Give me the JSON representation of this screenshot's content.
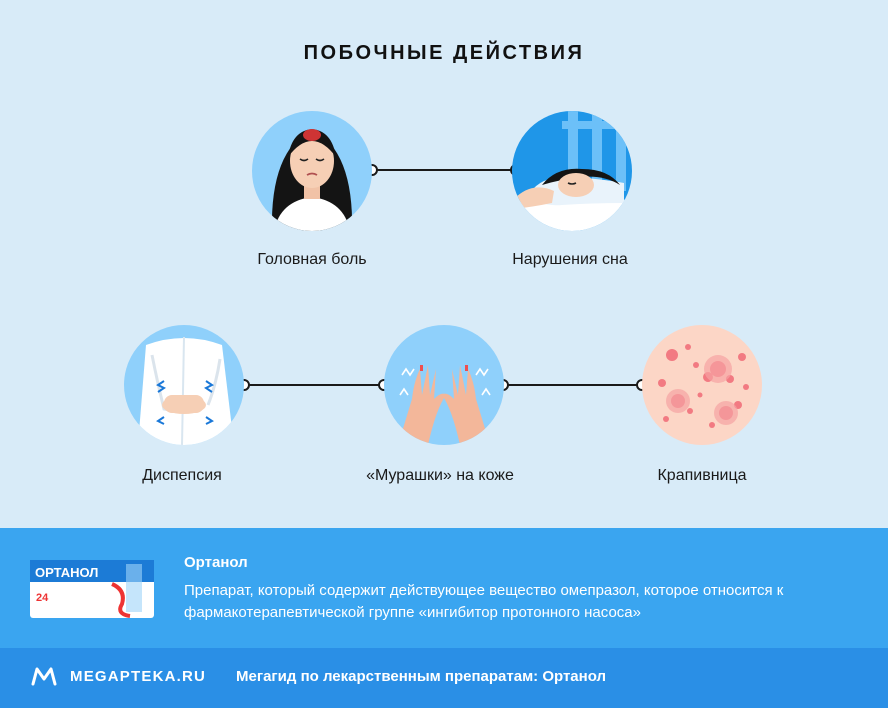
{
  "title": "ПОБОЧНЫЕ ДЕЙСТВИЯ",
  "effects": [
    {
      "label": "Головная боль",
      "icon": "headache-woman-icon"
    },
    {
      "label": "Нарушения сна",
      "icon": "sleep-disorder-icon"
    },
    {
      "label": "Диспепсия",
      "icon": "dyspepsia-icon"
    },
    {
      "label": "«Мурашки» на коже",
      "icon": "tingling-hands-icon"
    },
    {
      "label": "Крапивница",
      "icon": "urticaria-icon"
    }
  ],
  "product": {
    "name": "Ортанол",
    "description": "Препарат, который содержит действующее вещество омепразол, которое относится к фармакотерапевтической группе «ингибитор протонного насоса»",
    "box_brand": "ОРТАНОЛ",
    "box_number": "24"
  },
  "footer": {
    "brand": "MEGAPTEKA.RU",
    "text": "Мегагид по лекарственным препаратам: Ортанол"
  },
  "colors": {
    "background": "#d8ebf8",
    "info_band": "#3aa5f0",
    "footer_band": "#2a8fe6"
  }
}
